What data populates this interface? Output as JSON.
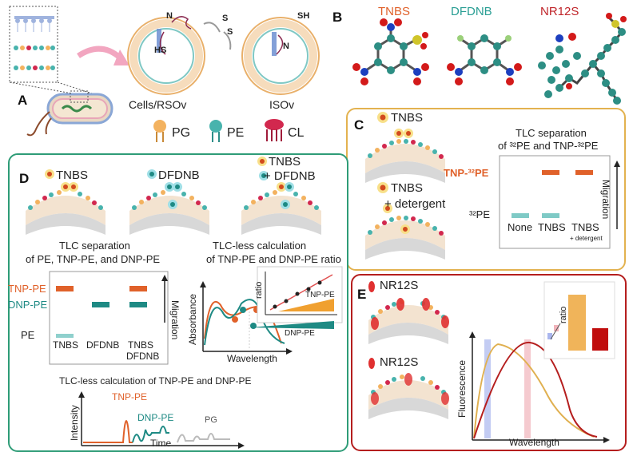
{
  "panel_a": {
    "label": "A",
    "vesicle_left_label": "Cells/RSOv",
    "vesicle_right_label": "ISOv",
    "n_left": "N",
    "hs_left": "HS",
    "s1": "S",
    "s2": "S",
    "sh_right": "SH",
    "n_right": "N",
    "legend_pg": "PG",
    "legend_pe": "PE",
    "legend_cl": "CL",
    "colors": {
      "pg": "#f3b25f",
      "pe": "#48b3ad",
      "cl": "#d2284e"
    }
  },
  "panel_b": {
    "label": "B",
    "tnbs": "TNBS",
    "dfdnb": "DFDNB",
    "nr12s": "NR12S",
    "colors": {
      "tnbs": "#e0612a",
      "dfdnb": "#2a9e94",
      "nr12s": "#c0262b"
    }
  },
  "panel_c": {
    "label": "C",
    "tnbs": "TNBS",
    "tnbs_detergent_1": "TNBS",
    "tnbs_detergent_2": "+ detergent",
    "tlc_title_1": "TLC separation",
    "tlc_title_2": "of ³²PE and TNP-³²PE",
    "tnp_pe": "TNP-³²PE",
    "pe32": "³²PE",
    "migration": "Migration",
    "lane_none": "None",
    "lane_tnbs": "TNBS",
    "lane_tnbs_det": "TNBS",
    "lane_tnbs_det_sub": "+ detergent"
  },
  "panel_d": {
    "label": "D",
    "tnbs": "TNBS",
    "dfdnb": "DFDNB",
    "tnbs_dfdnb_1": "TNBS",
    "tnbs_dfdnb_2": "+ DFDNB",
    "tlc_title_1": "TLC separation",
    "tlc_title_2": "of PE, TNP-PE, and DNP-PE",
    "tnp_pe": "TNP-PE",
    "dnp_pe": "DNP-PE",
    "pe": "PE",
    "migration": "Migration",
    "lane_tnbs": "TNBS",
    "lane_dfdnb": "DFDNB",
    "lane_both_1": "TNBS",
    "lane_both_2": "DFDNB",
    "calc_title_1": "TLC-less calculation",
    "calc_title_2": "of TNP-PE and DNP-PE ratio",
    "absorbance": "Absorbance",
    "wavelength": "Wavelength",
    "ratio": "ratio",
    "inset_tnp": "TNP-PE",
    "inset_dnp": "DNP-PE",
    "bottom_title": "TLC-less calculation of TNP-PE and DNP-PE",
    "intensity": "Intensity",
    "time": "Time",
    "peak_tnp": "TNP-PE",
    "peak_dnp": "DNP-PE",
    "peak_pg": "PG"
  },
  "panel_e": {
    "label": "E",
    "nr12s_1": "NR12S",
    "nr12s_2": "NR12S",
    "fluorescence": "Fluorescence",
    "wavelength": "Wavelength",
    "ratio": "ratio"
  }
}
